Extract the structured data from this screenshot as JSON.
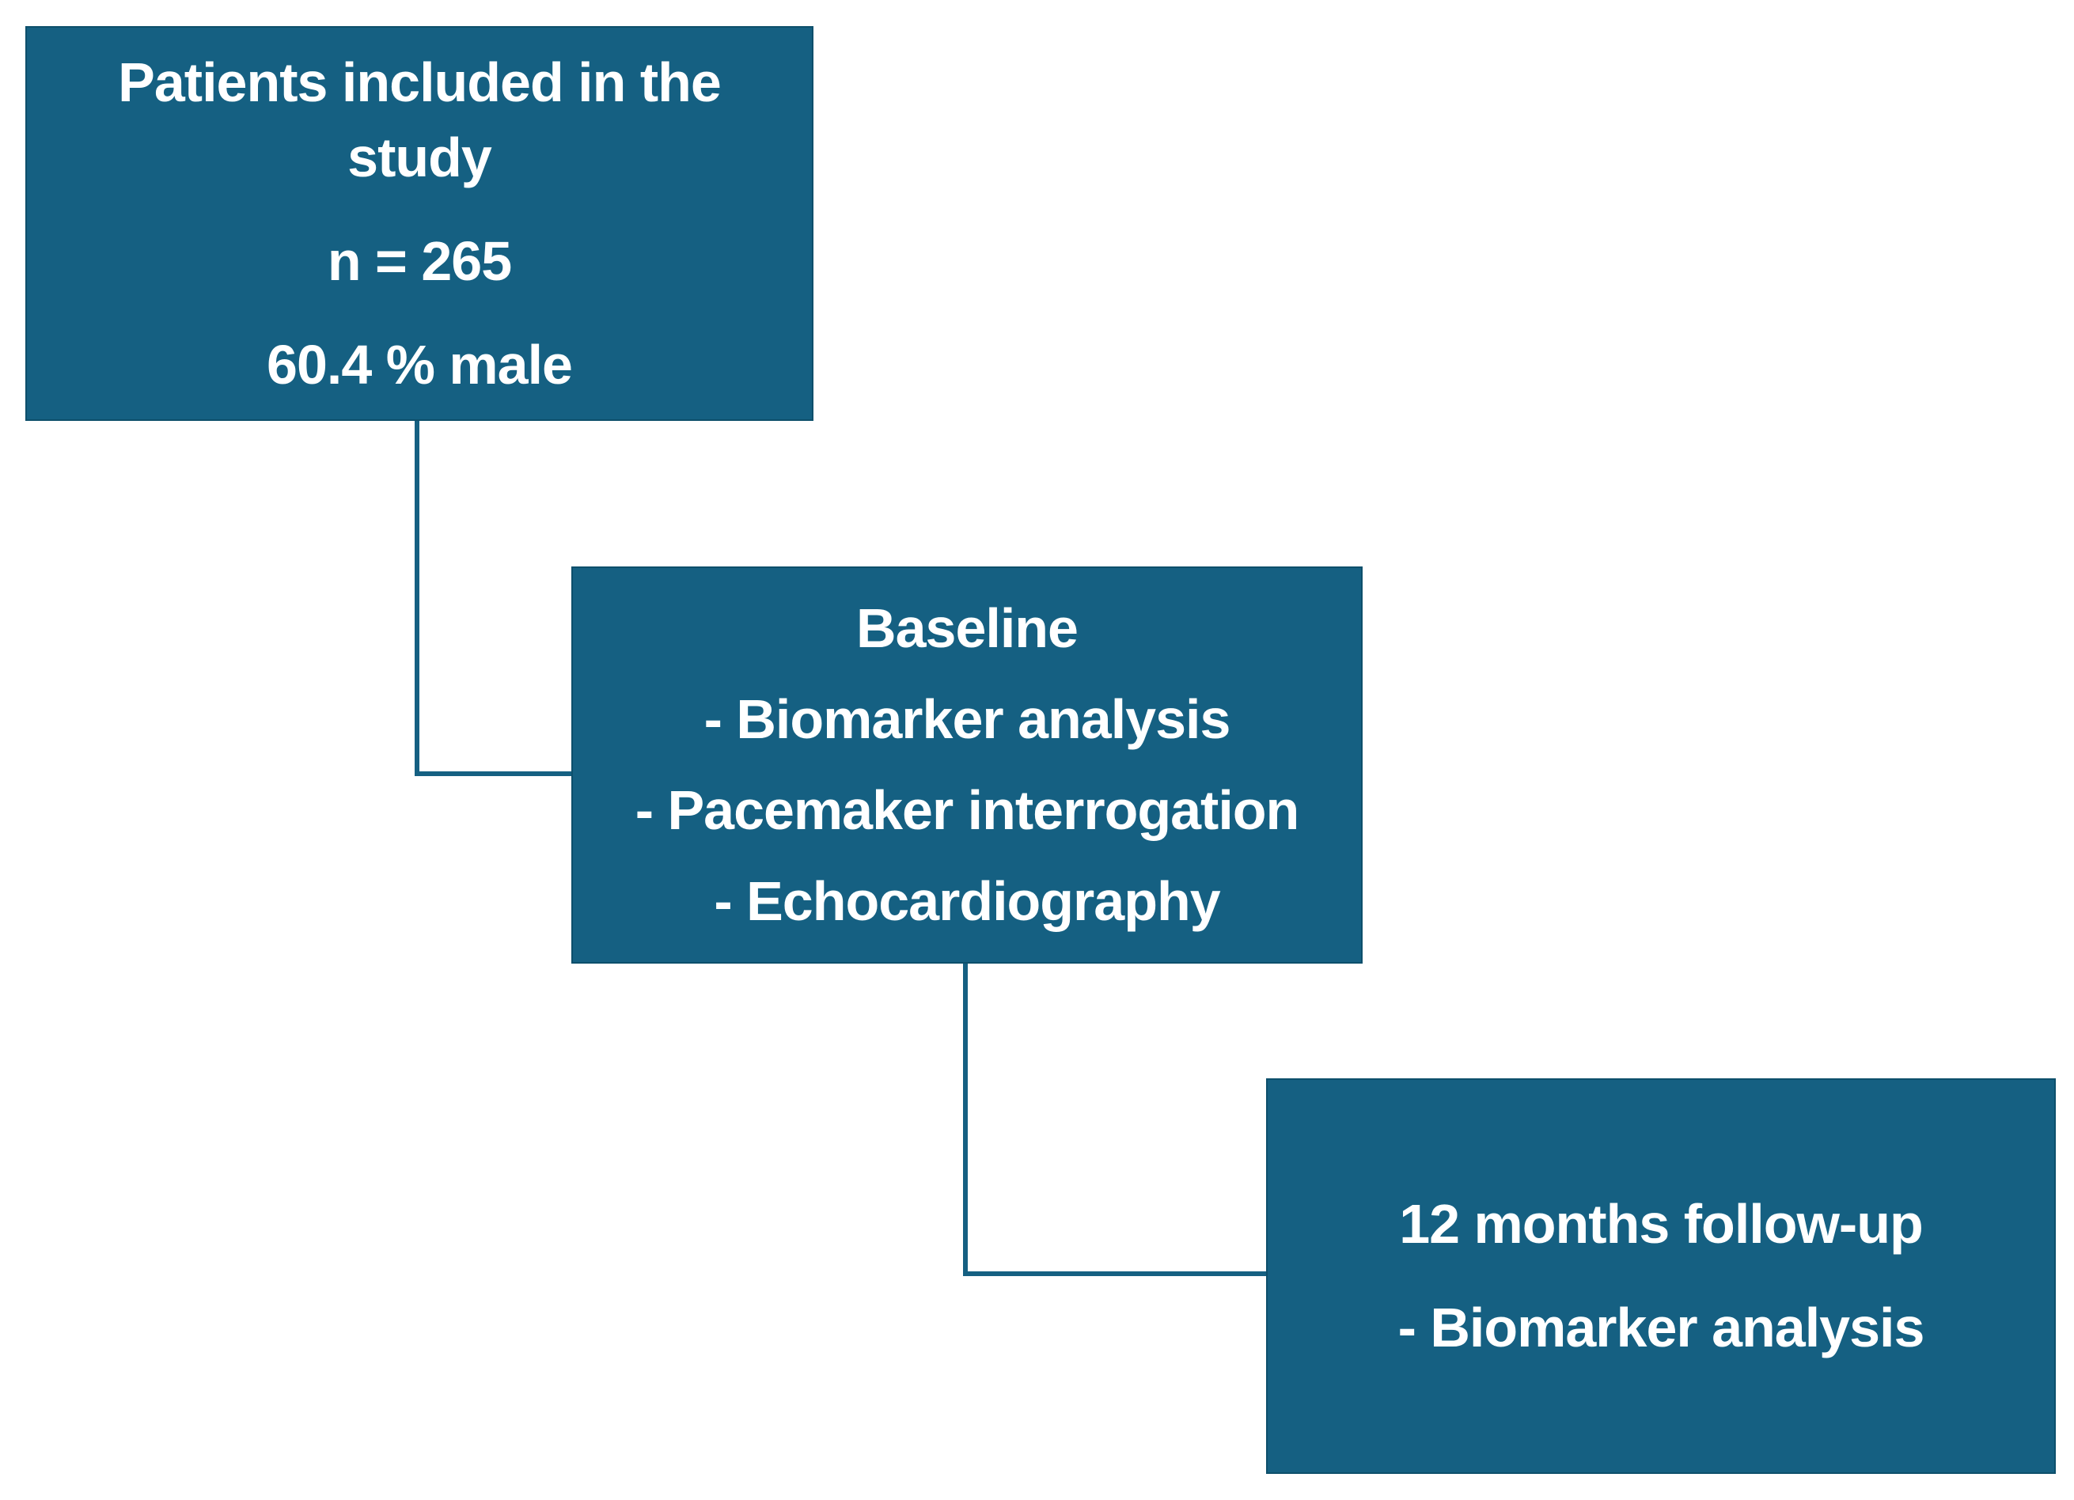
{
  "palette": {
    "box_fill": "#156082",
    "box_border": "#0d4f6b",
    "connector": "#156082",
    "text": "#ffffff",
    "background": "#ffffff"
  },
  "boxes": {
    "patients": {
      "title_line1": "Patients included in the",
      "title_line2": "study",
      "count": "n = 265",
      "male_pct": "60.4 % male"
    },
    "baseline": {
      "title": "Baseline",
      "item1": "- Biomarker analysis",
      "item2": "- Pacemaker interrogation",
      "item3": "- Echocardiography"
    },
    "followup": {
      "title": "12 months follow-up",
      "item1": "- Biomarker analysis"
    }
  }
}
